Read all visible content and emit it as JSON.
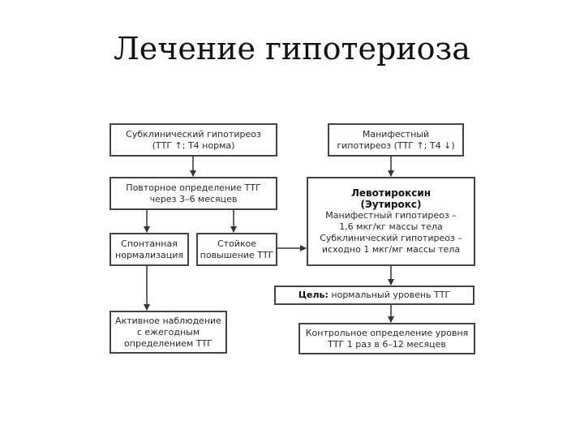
{
  "title": "Лечение гипотериоза",
  "boxes": {
    "subclinical": {
      "line1": "Субклинический гипотиреоз",
      "line2": "(ТТГ ↑; Т4 норма)"
    },
    "manifest": {
      "line1": "Манифестный",
      "line2": "гипотиреоз (ТТГ ↑; Т4 ↓)"
    },
    "repeat": {
      "line1": "Повторное определение ТТГ",
      "line2": "через 3–6 месяцев"
    },
    "levothyroxine": {
      "title": "Левотироксин",
      "subtitle": "(Эутирокс)",
      "line1": "Манифестный гипотиреоз –",
      "line2": "1,6 мкг/кг массы тела",
      "line3": "Субклинический гипотиреоз –",
      "line4": "исходно 1 мкг/мг массы тела"
    },
    "spontaneous": {
      "line1": "Спонтанная",
      "line2": "нормализация"
    },
    "persistent": {
      "line1": "Стойкое",
      "line2": "повышение ТТГ"
    },
    "goal": {
      "label": "Цель:",
      "text": "нормальный уровень ТТГ"
    },
    "observation": {
      "line1": "Активное наблюдение",
      "line2": "с ежегодным",
      "line3": "определением ТТГ"
    },
    "control": {
      "line1": "Контрольное определение уровня",
      "line2": "ТТГ 1 раз в 6–12 месяцев"
    }
  }
}
